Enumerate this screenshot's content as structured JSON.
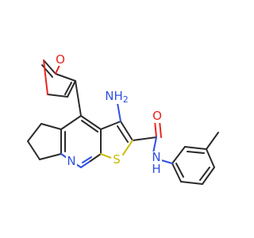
{
  "molecule": {
    "colors": {
      "carbon": "#2b2b2b",
      "oxygen": "#e8261d",
      "nitrogen": "#3050e0",
      "sulfur": "#c9b800",
      "background": "#ffffff"
    },
    "labels": {
      "furan_oxygen": "O",
      "amine_group": "NH",
      "amine_subscript": "2",
      "carbonyl_oxygen": "O",
      "amide_group": "N",
      "amide_hydrogen": "H",
      "pyridine_nitrogen": "N",
      "thiophene_sulfur": "S"
    }
  }
}
